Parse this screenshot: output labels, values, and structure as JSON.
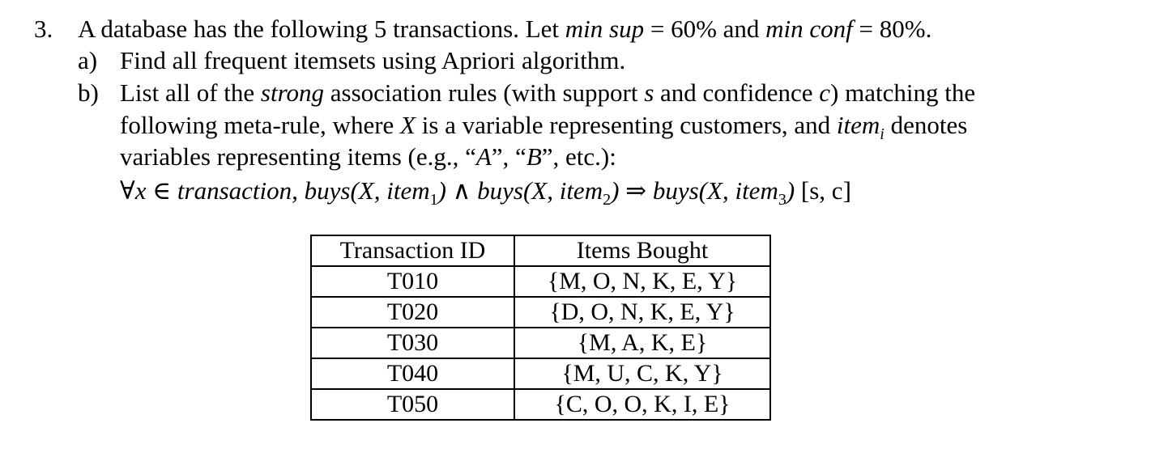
{
  "problem": {
    "number": "3.",
    "intro_pre": "A database has the following 5 transactions. Let ",
    "min_sup_label": "min sup",
    "min_sup_eq": " = 60% and ",
    "min_conf_label": "min conf",
    "min_conf_eq": " = 80%.",
    "part_a_label": "a)",
    "part_a_text": "Find all frequent itemsets using Apriori algorithm.",
    "part_b_label": "b)",
    "part_b_pre": "List all of the ",
    "part_b_strong": "strong",
    "part_b_mid1": " association rules (with support ",
    "part_b_s": "s",
    "part_b_mid2": " and confidence ",
    "part_b_c": "c",
    "part_b_end1": ") matching the",
    "line4_pre": "following meta-rule, where ",
    "line4_x": "X",
    "line4_mid": " is a variable representing customers, and ",
    "line4_item": "item",
    "line4_i": "i",
    "line4_end": " denotes",
    "line5": "variables representing items (e.g., “",
    "line5_a": "A",
    "line5_mid": "”, “",
    "line5_b": "B",
    "line5_end": "”, etc.):",
    "rule_forall": "∀",
    "rule_x_in": "x ∈ transaction, buys(X, item",
    "rule_sub1": "1",
    "rule_and": ") ∧ buys(X, item",
    "rule_sub2": "2",
    "rule_implies": ") ⇒ buys(X, item",
    "rule_sub3": "3",
    "rule_close": ")",
    "rule_bracket": " [s, c]"
  },
  "table": {
    "headers": [
      "Transaction ID",
      "Items Bought"
    ],
    "rows": [
      [
        "T010",
        "{M, O, N, K, E, Y}"
      ],
      [
        "T020",
        "{D, O, N, K, E, Y}"
      ],
      [
        "T030",
        "{M, A, K, E}"
      ],
      [
        "T040",
        "{M, U, C, K, Y}"
      ],
      [
        "T050",
        "{C, O, O, K, I, E}"
      ]
    ]
  }
}
